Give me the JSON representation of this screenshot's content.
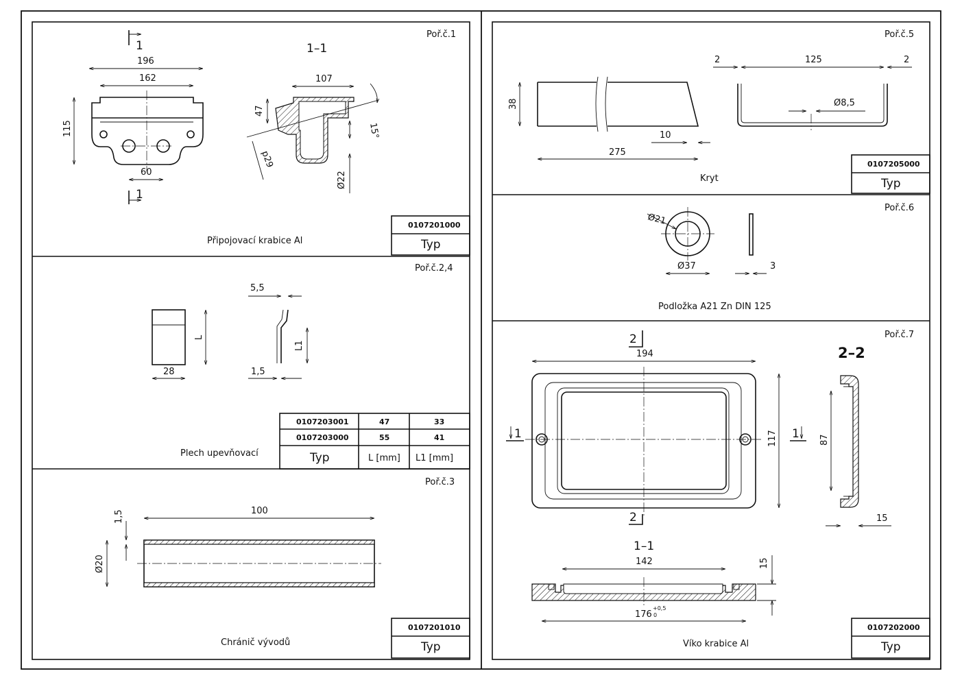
{
  "sheet": {
    "p1": {
      "index_label": "Poř.č.1",
      "title": "Připojovací krabice Al",
      "code": "0107201000",
      "type_label": "Typ",
      "section_marker": "1",
      "section_title": "1–1",
      "dims": [
        "196",
        "162",
        "115",
        "60",
        "107",
        "47",
        "15°",
        "p29",
        "Ø22"
      ]
    },
    "p24": {
      "index_label": "Poř.č.2,4",
      "title": "Plech upevňovací",
      "dims": [
        "28",
        "L",
        "5,5",
        "L1",
        "1,5"
      ],
      "table": {
        "rows": [
          [
            "0107203001",
            "47",
            "33"
          ],
          [
            "0107203000",
            "55",
            "41"
          ]
        ],
        "header": [
          "Typ",
          "L [mm]",
          "L1 [mm]"
        ]
      }
    },
    "p3": {
      "index_label": "Poř.č.3",
      "title": "Chránič vývodů",
      "code": "0107201010",
      "type_label": "Typ",
      "dims": [
        "100",
        "1,5",
        "Ø20"
      ]
    },
    "p5": {
      "index_label": "Poř.č.5",
      "title": "Kryt",
      "code": "0107205000",
      "type_label": "Typ",
      "dims": [
        "38",
        "275",
        "10",
        "2",
        "125",
        "2",
        "Ø8,5"
      ]
    },
    "p6": {
      "index_label": "Poř.č.6",
      "title": "Podložka A21 Zn  DIN 125",
      "dims": [
        "Ø21",
        "Ø37",
        "3"
      ]
    },
    "p7": {
      "index_label": "Poř.č.7",
      "title": "Víko krabice Al",
      "code": "0107202000",
      "type_label": "Typ",
      "section_a": "2–2",
      "section_b": "1–1",
      "marker_2": "2",
      "marker_1": "1",
      "dims": [
        "194",
        "117",
        "87",
        "15",
        "142",
        "15",
        "176"
      ],
      "tolerance_upper": "+0,5",
      "tolerance_lower": "0"
    }
  }
}
